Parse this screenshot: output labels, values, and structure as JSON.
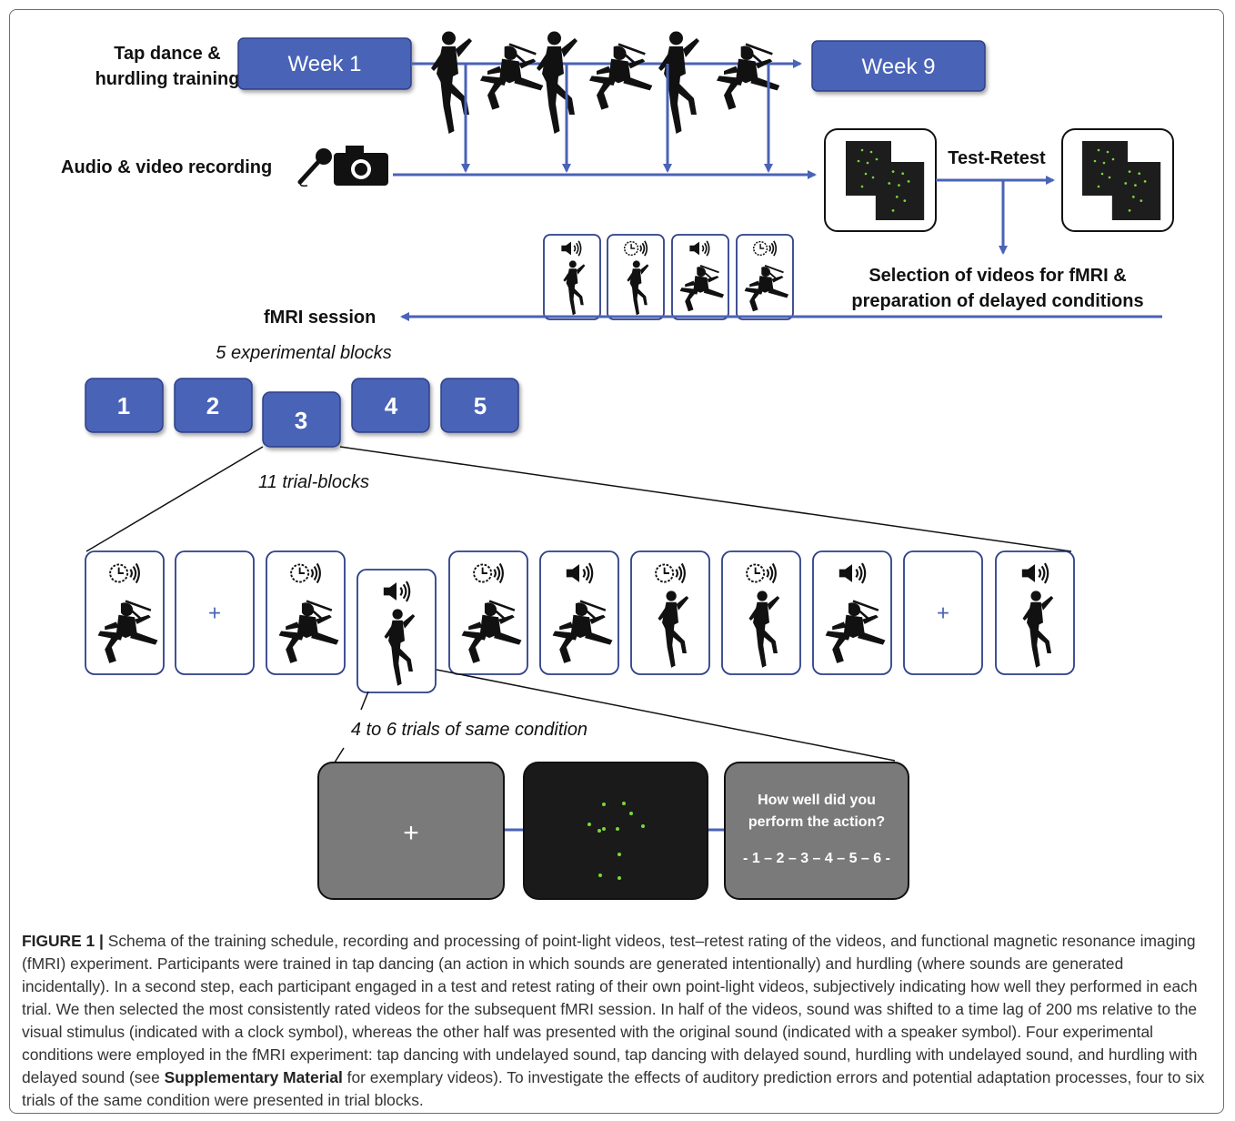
{
  "diagram": {
    "training_label_line1": "Tap dance &",
    "training_label_line2": "hurdling training",
    "week_start": "Week 1",
    "week_end": "Week 9",
    "recording_label": "Audio & video recording",
    "test_retest_label": "Test-Retest",
    "selection_line1": "Selection of videos for fMRI &",
    "selection_line2": "preparation of delayed conditions",
    "fmri_session_label": "fMRI session",
    "experimental_blocks_label": "5 experimental blocks",
    "blocks": [
      "1",
      "2",
      "3",
      "4",
      "5"
    ],
    "trial_blocks_label": "11 trial-blocks",
    "trials_label": "4 to 6 trials of same condition",
    "fixation_symbol": "+",
    "rating_question_line1": "How well did you",
    "rating_question_line2": "perform the action?",
    "rating_scale": "- 1 – 2 – 3 – 4 – 5 – 6 -",
    "icons": [
      "speaker-icon",
      "clock-speaker-icon",
      "microphone-icon",
      "camera-icon",
      "dancer-silhouette",
      "hurdler-silhouette",
      "point-light-display"
    ],
    "colors": {
      "accent_blue": "#4a63b7",
      "box_border": "#2d3f88",
      "gray_panel": "#7a7a7a",
      "dark_panel": "#1a1a1a",
      "point_light": "#7cd63a"
    }
  },
  "caption": {
    "label": "FIGURE 1 |",
    "text_part1": " Schema of the training schedule, recording and processing of point-light videos, test–retest rating of the videos, and functional magnetic resonance imaging (fMRI) experiment. Participants were trained in tap dancing (an action in which sounds are generated intentionally) and hurdling (where sounds are generated incidentally). In a second step, each participant engaged in a test and retest rating of their own point-light videos, subjectively indicating how well they performed in each trial. We then selected the most consistently rated videos for the subsequent fMRI session. In half of the videos, sound was shifted to a time lag of 200 ms relative to the visual stimulus (indicated with a clock symbol), whereas the other half was presented with the original sound (indicated with a speaker symbol). Four experimental conditions were employed in the fMRI experiment: tap dancing with undelayed sound, tap dancing with delayed sound, hurdling with undelayed sound, and hurdling with delayed sound (see ",
    "bold_ref": "Supplementary Material",
    "text_part2": " for exemplary videos). To investigate the effects of auditory prediction errors and potential adaptation processes, four to six trials of the same condition were presented in trial blocks."
  }
}
